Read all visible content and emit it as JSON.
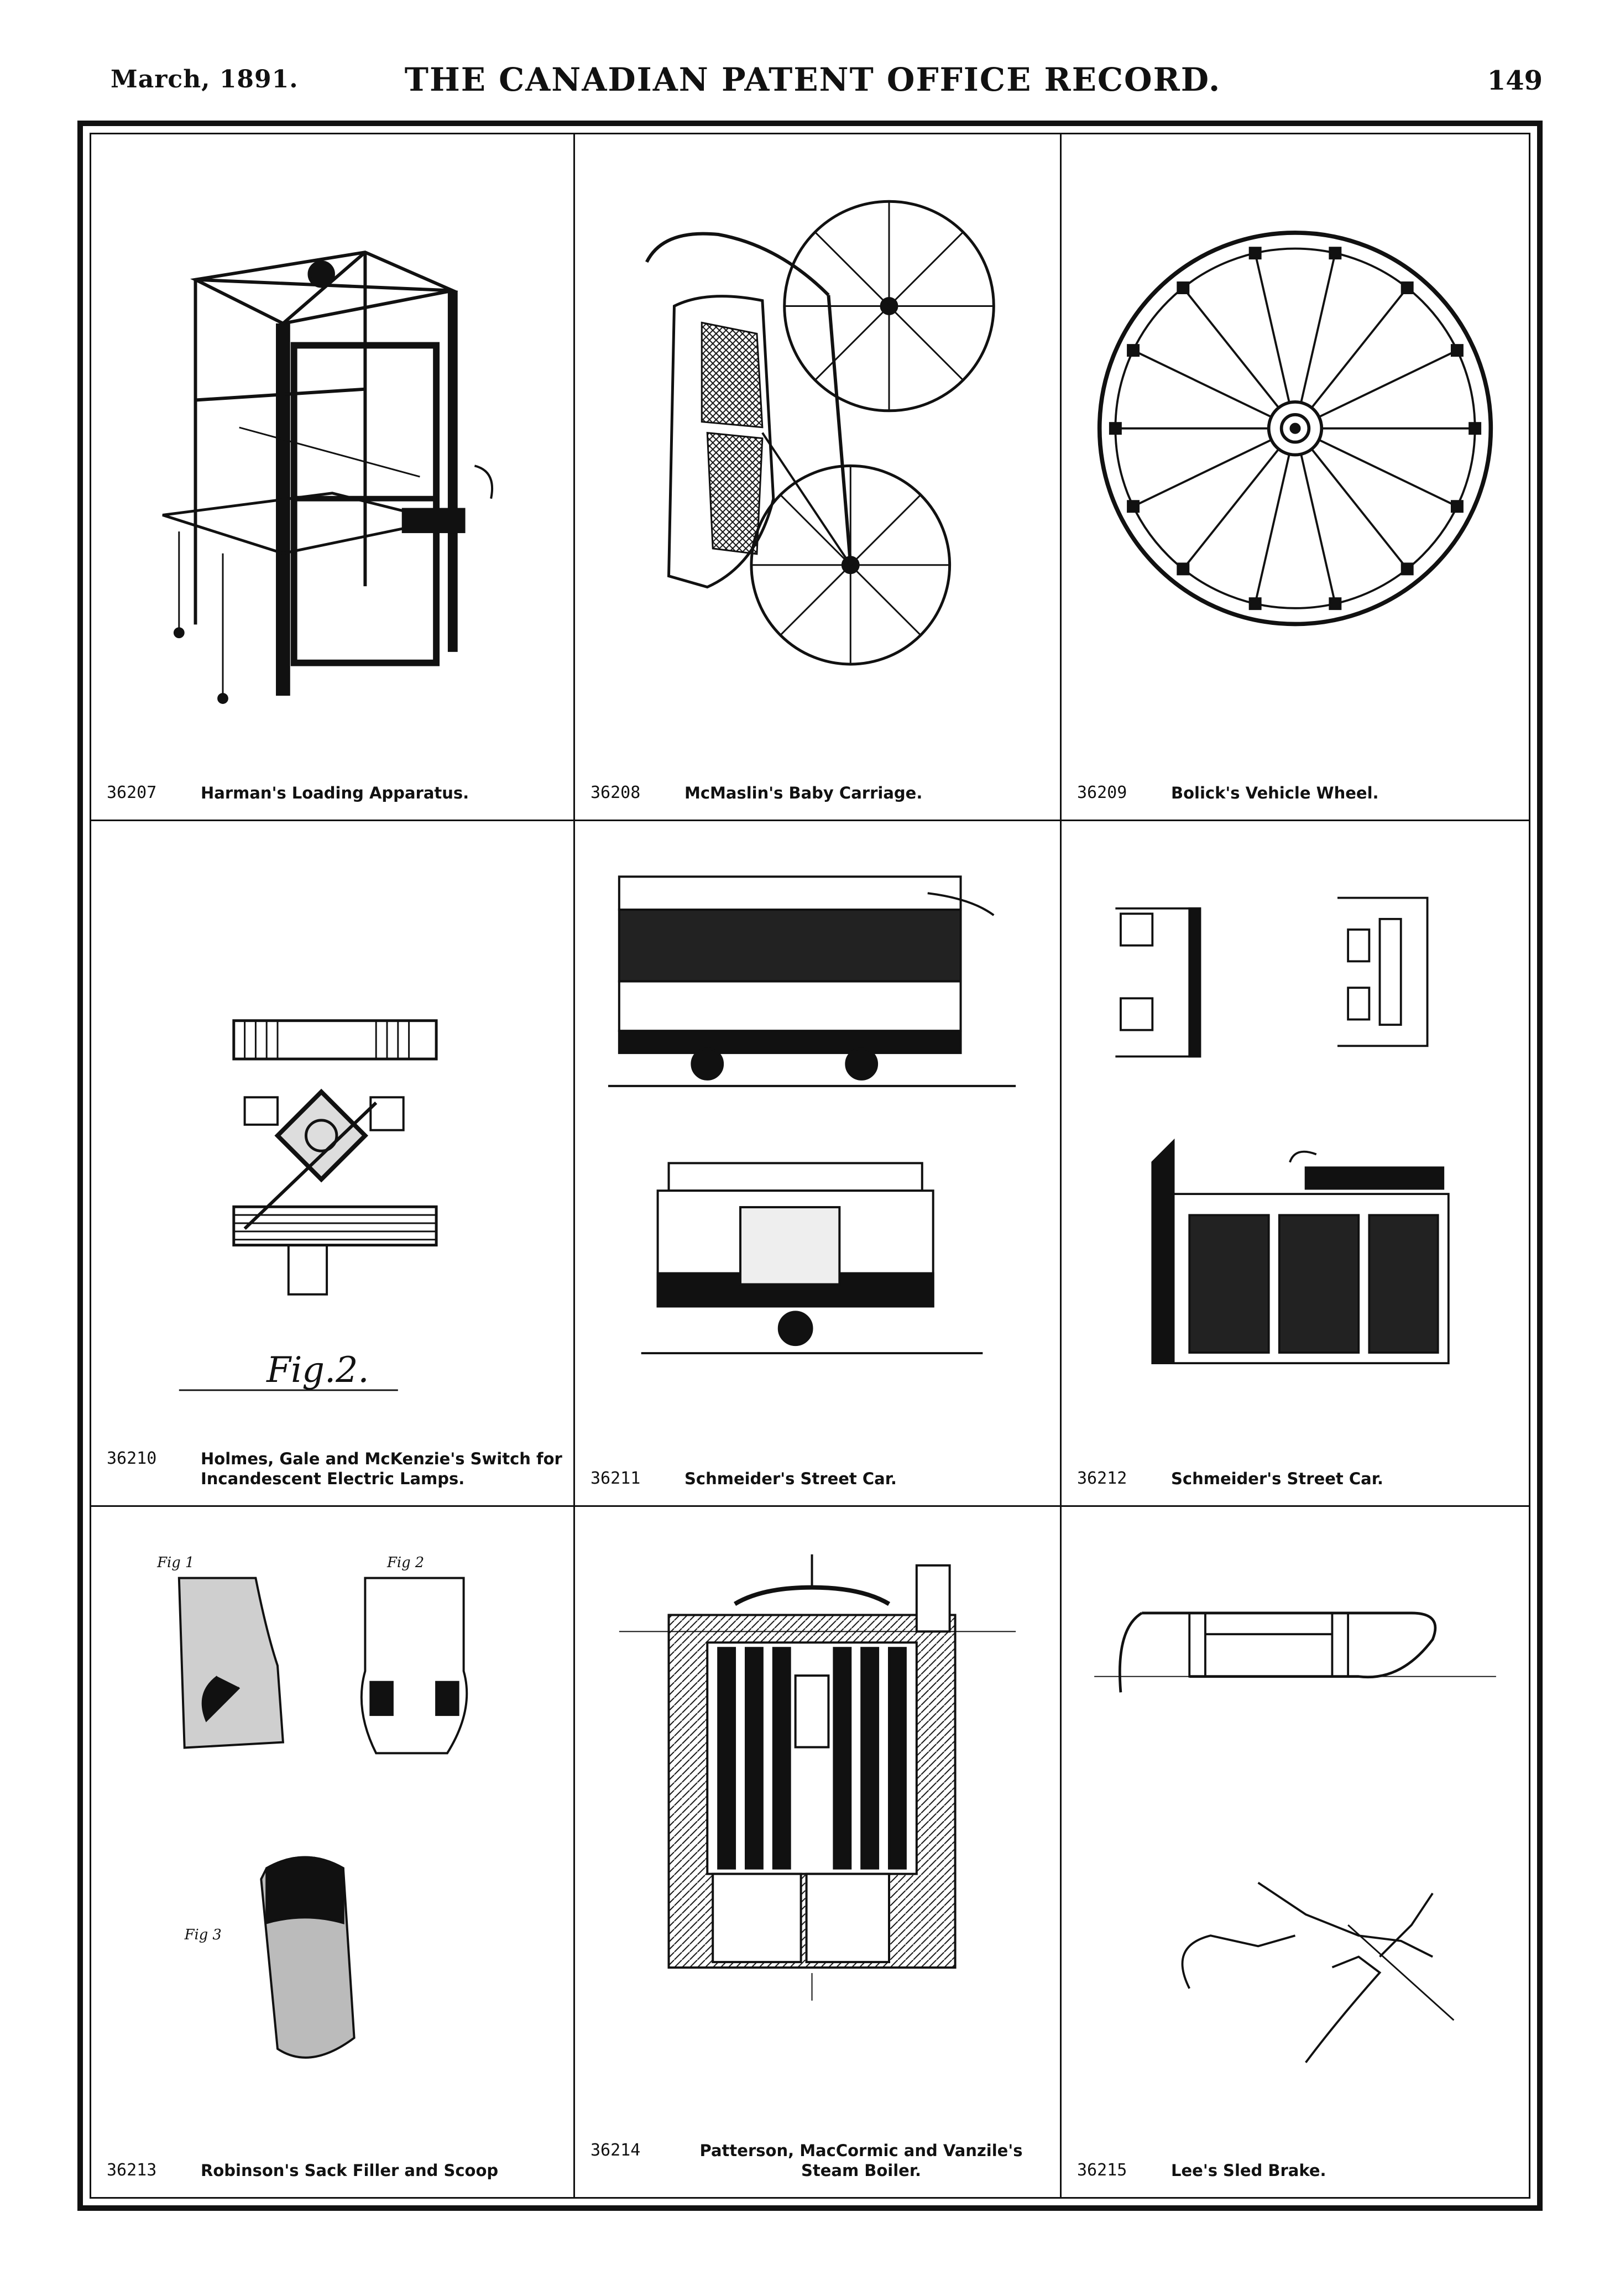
{
  "header": {
    "date": "March, 1891.",
    "title": "THE CANADIAN PATENT OFFICE RECORD.",
    "page_number": "149"
  },
  "patents": [
    {
      "number": "36207",
      "title": "Harman's Loading Apparatus.",
      "figure": "loading-apparatus"
    },
    {
      "number": "36208",
      "title": "McMaslin's Baby Carriage.",
      "figure": "baby-carriage"
    },
    {
      "number": "36209",
      "title": "Bolick's Vehicle Wheel.",
      "figure": "vehicle-wheel"
    },
    {
      "number": "36210",
      "title": "Holmes, Gale and McKenzie's Switch for Incandescent Electric Lamps.",
      "figure": "lamp-switch",
      "figure_label": "Fig.2."
    },
    {
      "number": "36211",
      "title": "Schmeider's Street Car.",
      "figure": "street-car"
    },
    {
      "number": "36212",
      "title": "Schmeider's Street Car.",
      "figure": "street-car-detail"
    },
    {
      "number": "36213",
      "title": "Robinson's Sack Filler and Scoop",
      "figure": "sack-filler",
      "figure_labels": [
        "Fig 1",
        "Fig 2",
        "Fig 3"
      ]
    },
    {
      "number": "36214",
      "title": "Patterson, MacCormic and Vanzile's Steam Boiler.",
      "figure": "steam-boiler"
    },
    {
      "number": "36215",
      "title": "Lee's Sled Brake.",
      "figure": "sled-brake"
    }
  ]
}
